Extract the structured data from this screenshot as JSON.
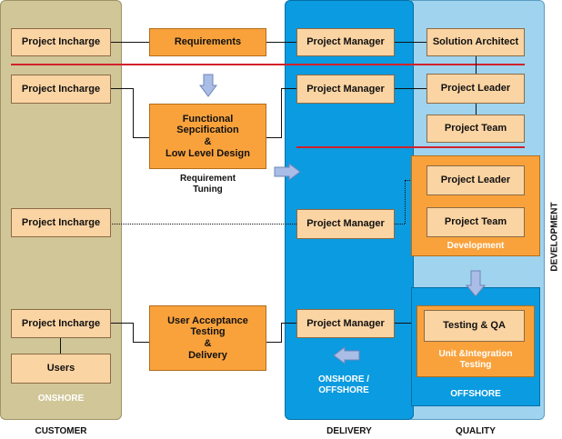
{
  "lanes": {
    "customer": "CUSTOMER",
    "delivery": "DELIVERY",
    "quality": "QUALITY",
    "development": "DEVELOPMENT"
  },
  "lane_labels": {
    "onshore": "ONSHORE",
    "onshore_offshore_1": "ONSHORE /",
    "onshore_offshore_2": "OFFSHORE",
    "offshore": "OFFSHORE"
  },
  "boxes": {
    "pi1": "Project Incharge",
    "pi2": "Project Incharge",
    "pi3": "Project Incharge",
    "pi4": "Project Incharge",
    "users": "Users",
    "requirements": "Requirements",
    "func_1": "Functional",
    "func_2": "Sepcification",
    "func_3": "&",
    "func_4": "Low Level Design",
    "uat_1": "User Acceptance",
    "uat_2": "Testing",
    "uat_3": "&",
    "uat_4": "Delivery",
    "pm1": "Project Manager",
    "pm2": "Project Manager",
    "pm3": "Project Manager",
    "pm4": "Project Manager",
    "solution_architect": "Solution Architect",
    "project_leader_1": "Project Leader",
    "project_team_1": "Project Team",
    "project_leader_2": "Project Leader",
    "project_team_2": "Project Team",
    "development": "Development",
    "testing_qa": "Testing & QA",
    "unit_1": "Unit &Integration",
    "unit_2": "Testing"
  },
  "captions": {
    "req_tuning_1": "Requirement",
    "req_tuning_2": "Tuning"
  },
  "colors": {
    "customer_lane": "#d1c698",
    "delivery_lane": "#0a9be0",
    "quality_lane": "#9fd3ee",
    "box_light": "#fbd4a3",
    "box_dark": "#f9a23c",
    "divider": "#d0222b",
    "arrow": "#a9bde6"
  }
}
